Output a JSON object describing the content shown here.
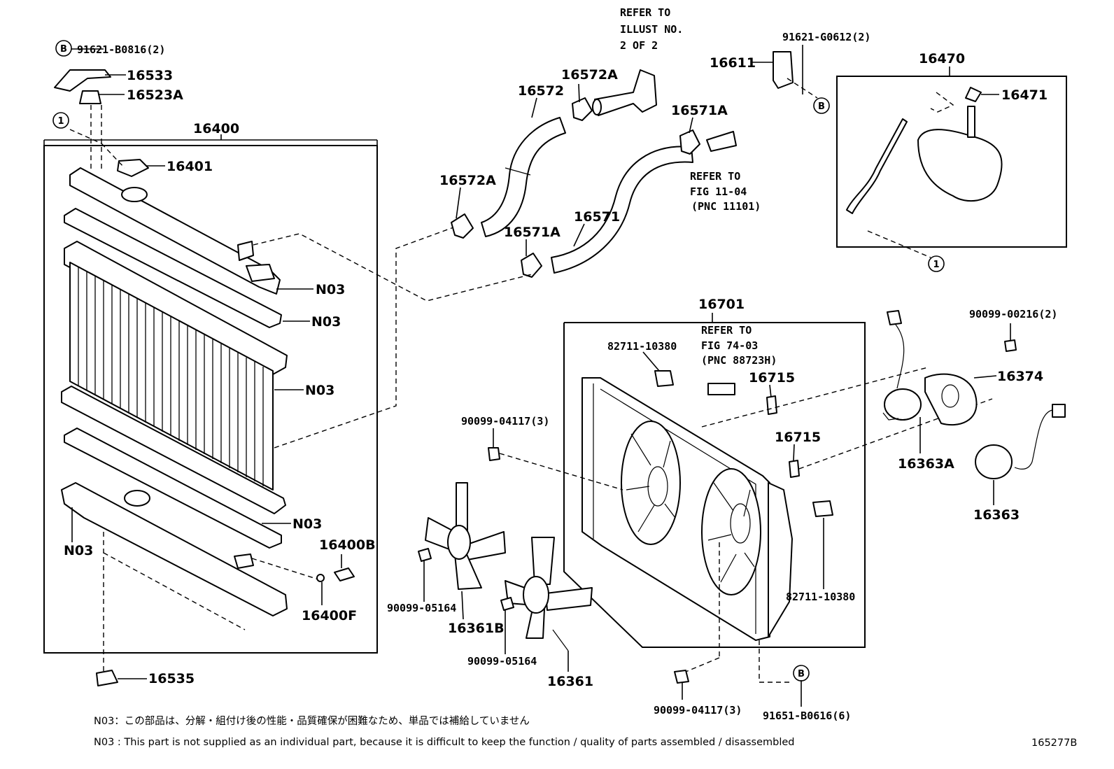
{
  "diagram_id": "165277B",
  "labels": {
    "p91621_b0816": "91621-B0816(2)",
    "p16533": "16533",
    "p16523a": "16523A",
    "p16400": "16400",
    "p16401": "16401",
    "n03_a": "N03",
    "n03_b": "N03",
    "n03_c": "N03",
    "n03_d": "N03",
    "n03_e": "N03",
    "p16400b": "16400B",
    "p16400f": "16400F",
    "p16535": "16535",
    "refer_illust_1": "REFER TO",
    "refer_illust_2": "ILLUST NO.",
    "refer_illust_3": "2 OF 2",
    "p16572": "16572",
    "p16572a_top": "16572A",
    "p16572a_left": "16572A",
    "p16571a_top": "16571A",
    "p16571a_bottom": "16571A",
    "p16571": "16571",
    "refer_fig11_1": "REFER TO",
    "refer_fig11_2": "FIG 11-04",
    "refer_fig11_3": "(PNC 11101)",
    "p16611": "16611",
    "p91621_g0612": "91621-G0612(2)",
    "p16470": "16470",
    "p16471": "16471",
    "p16701": "16701",
    "refer_fig74_1": "REFER TO",
    "refer_fig74_2": "FIG 74-03",
    "refer_fig74_3": "(PNC 88723H)",
    "p82711_top": "82711-10380",
    "p82711_bottom": "82711-10380",
    "p16715_a": "16715",
    "p16715_b": "16715",
    "p90099_00216": "90099-00216(2)",
    "p16374": "16374",
    "p16363a": "16363A",
    "p16363": "16363",
    "p90099_04117_a": "90099-04117(3)",
    "p90099_04117_b": "90099-04117(3)",
    "p90099_05164_a": "90099-05164",
    "p90099_05164_b": "90099-05164",
    "p16361b": "16361B",
    "p16361": "16361",
    "p91651_b0616": "91651-B0616(6)"
  },
  "markers": {
    "b": "B",
    "one": "1"
  },
  "notes": {
    "jp": "N03：この部品は、分解・組付け後の性能・品質確保が困難なため、単品では補給していません",
    "en": "N03 : This part is not supplied as an individual part, because it is difficult to keep the function / quality of parts assembled / disassembled"
  }
}
